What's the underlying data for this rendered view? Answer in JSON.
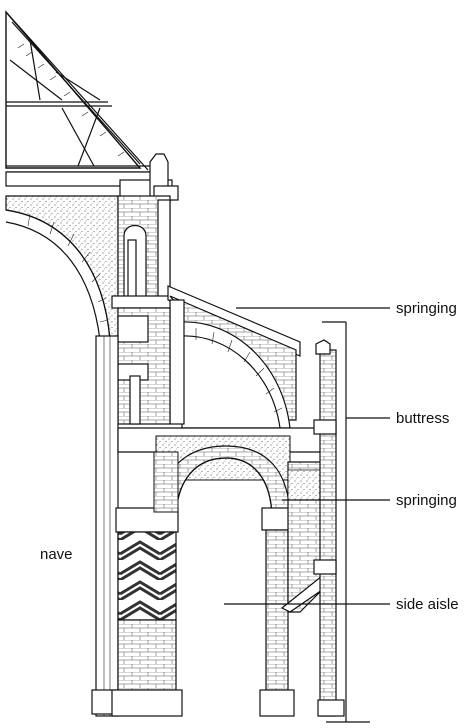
{
  "labels": {
    "springing_upper": "springing",
    "buttress": "buttress",
    "springing_lower": "springing",
    "side_aisle": "side aisle",
    "nave": "nave"
  },
  "colors": {
    "ink": "#111111",
    "background": "#ffffff"
  }
}
